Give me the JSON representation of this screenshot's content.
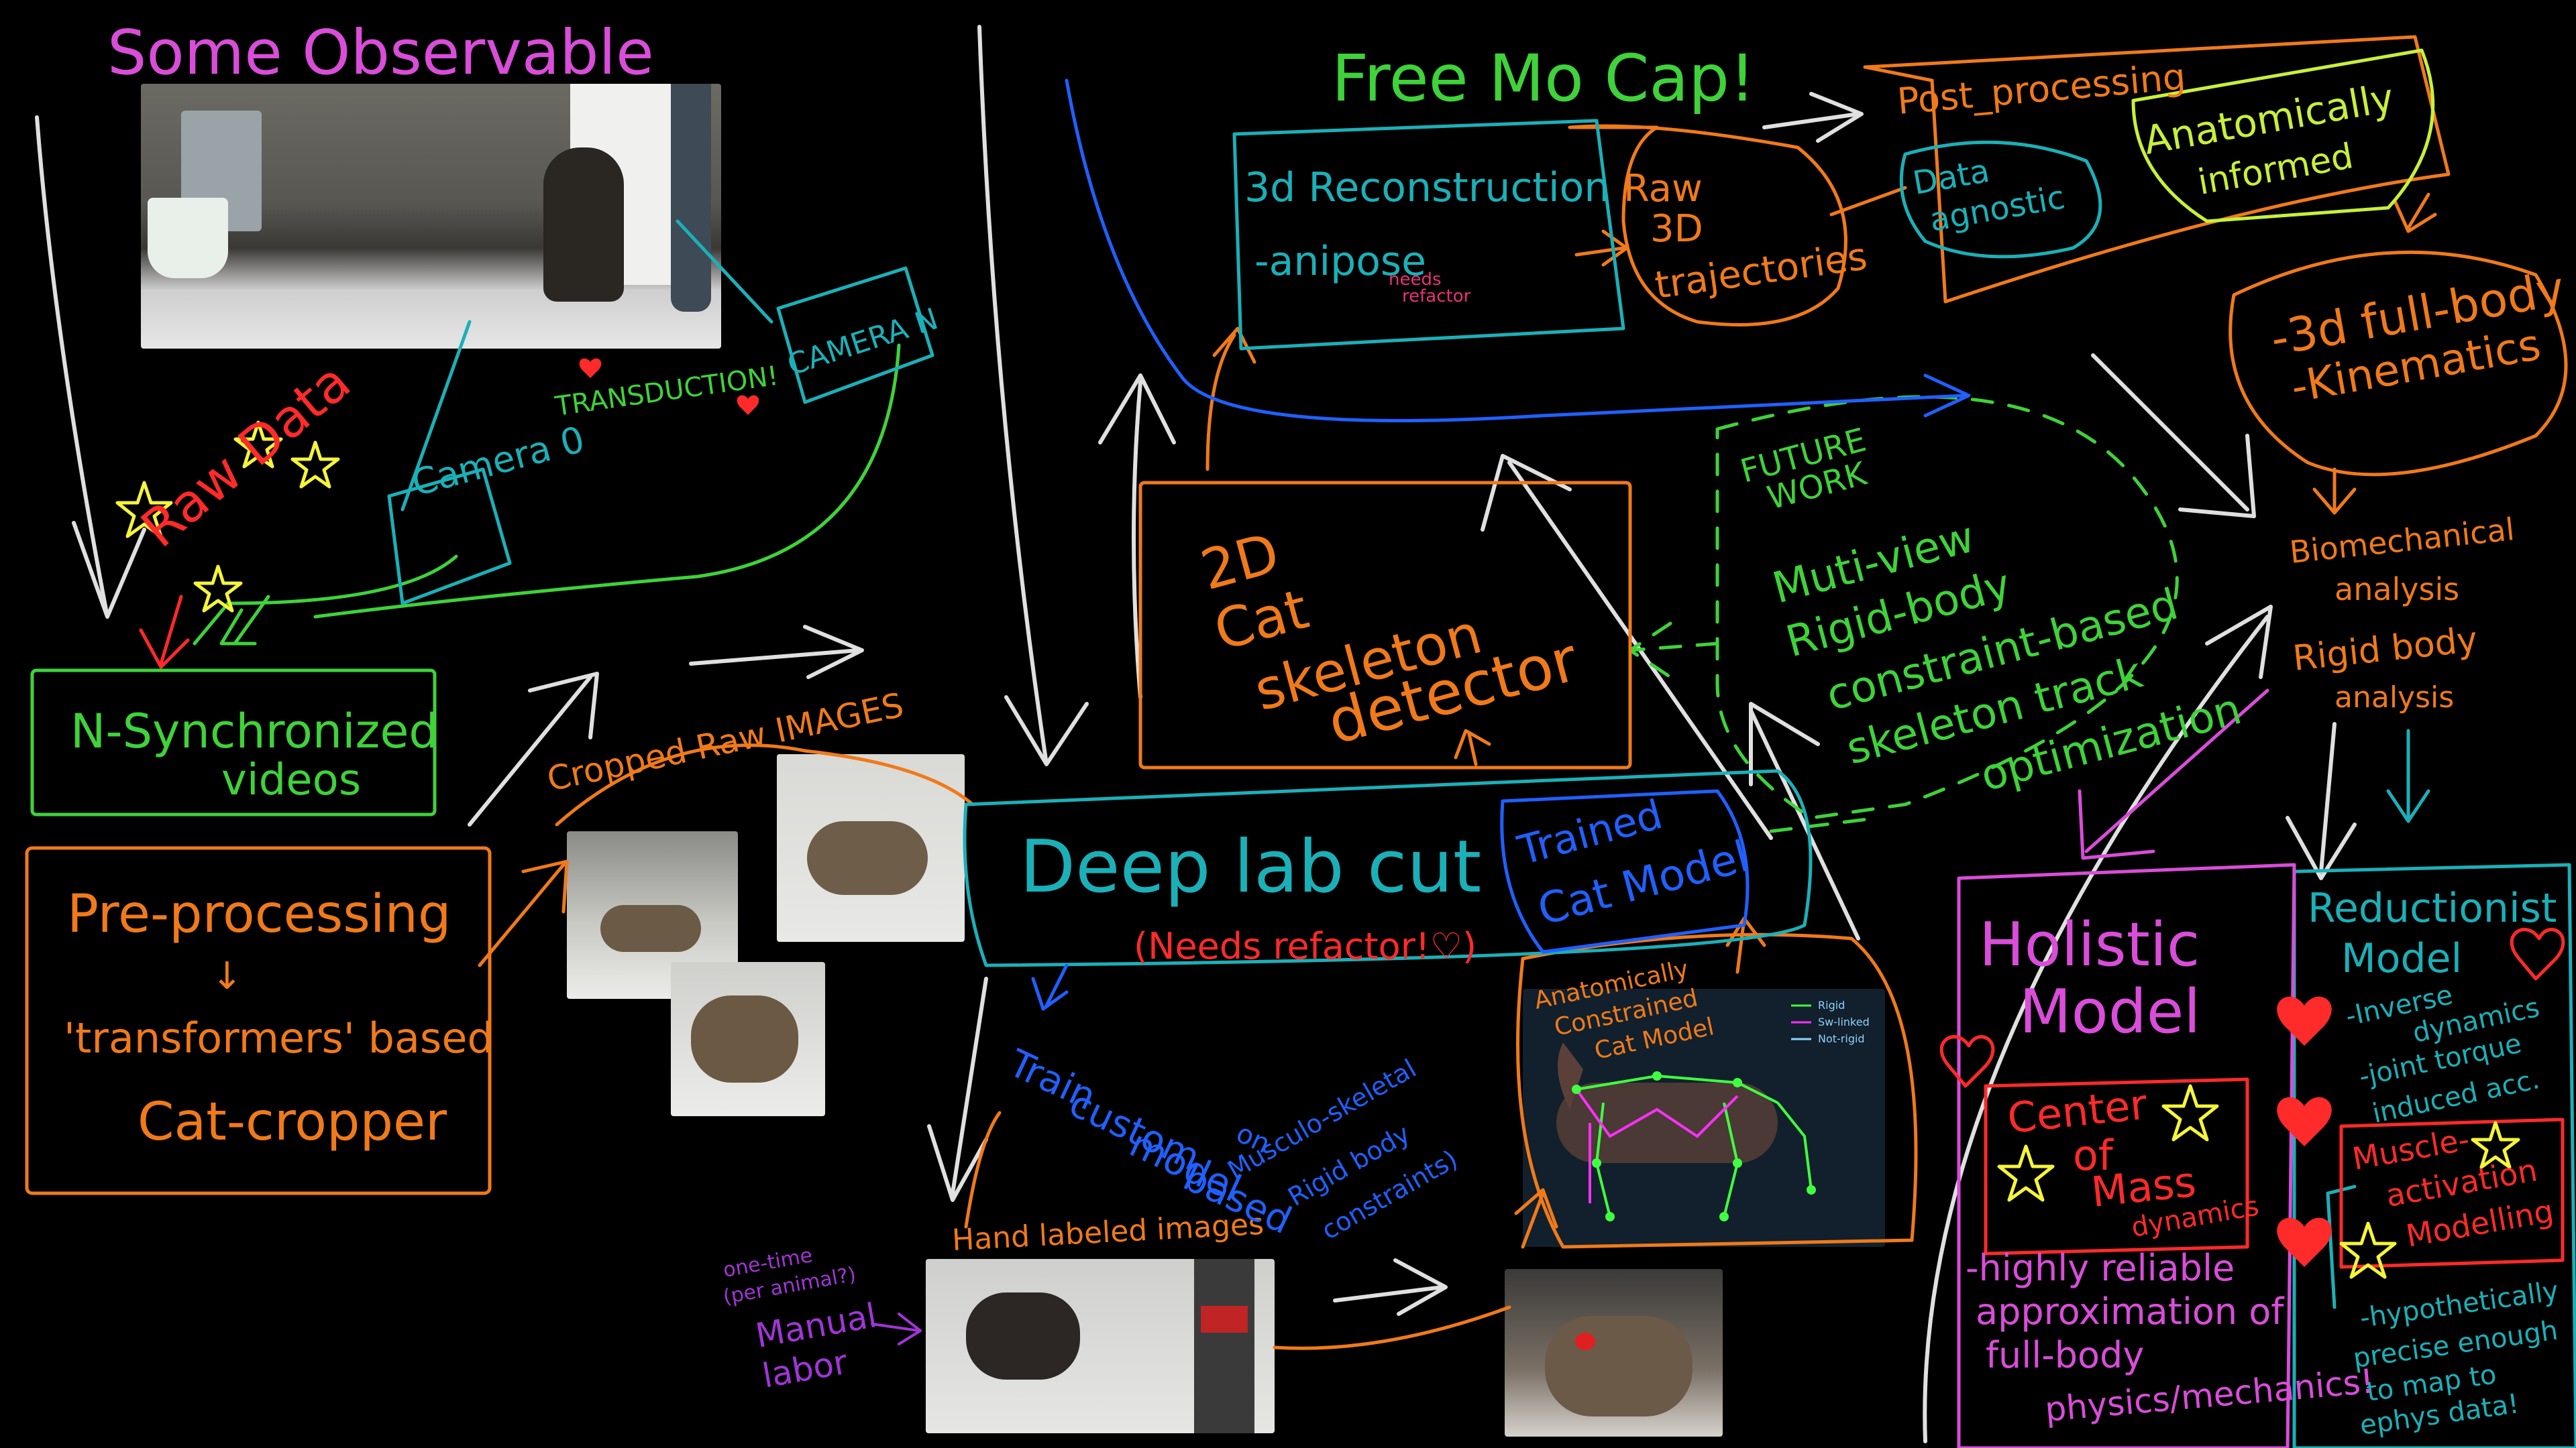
{
  "colors": {
    "background": "#000000",
    "magenta": "#d94dd9",
    "green": "#3fd23a",
    "orange": "#f07a1a",
    "teal": "#1bb0b8",
    "blue": "#2060ff",
    "red": "#ff2a2a",
    "yellow": "#f5f53a",
    "purple": "#a035d6",
    "white": "#e8e8e8",
    "lime": "#c8f03a"
  },
  "labels": {
    "some_observable": "Some Observable",
    "raw_data": "Raw Data",
    "transduction": "TRANSDUCTION!",
    "camera_n": "CAMERA N",
    "camera_0": "Camera 0",
    "n_synchronized_1": "N-Synchronized",
    "n_synchronized_2": "videos",
    "preprocessing_1": "Pre-processing",
    "preprocessing_2": "'transformers' based",
    "preprocessing_3": "Cat-cropper",
    "cropped_raw_images": "Cropped Raw IMAGES",
    "free_mocap": "Free Mo Cap!",
    "reconstruction_1": "3d Reconstruction",
    "reconstruction_2": "-anipose",
    "needs_refactor_small_1": "needs",
    "needs_refactor_small_2": "refactor",
    "raw3d_1": "Raw",
    "raw3d_2": "3D",
    "raw3d_3": "trajectories",
    "post_processing": "Post_processing",
    "data_agnostic_1": "Data",
    "data_agnostic_2": "agnostic",
    "anatomically_informed_1": "Anatomically",
    "anatomically_informed_2": "informed",
    "kinematics_1": "-3d full-body",
    "kinematics_2": "-Kinematics",
    "future_work_1": "FUTURE",
    "future_work_2": "WORK",
    "future_list_1": "Muti-view",
    "future_list_2": "Rigid-body",
    "future_list_3": "constraint-based",
    "future_list_4": "skeleton track",
    "future_list_5": "optimization",
    "skeleton_1": "2D",
    "skeleton_2": "Cat",
    "skeleton_3": "skeleton",
    "skeleton_4": "detector",
    "biomech_1": "Biomechanical",
    "biomech_2": "analysis",
    "rigid_analysis_1": "Rigid body",
    "rigid_analysis_2": "analysis",
    "deeplabcut": "Deep lab cut",
    "needs_refactor_big": "(Needs refactor!♡)",
    "trained_cat_model_1": "Trained",
    "trained_cat_model_2": "Cat Model",
    "train_custom_1": "Train",
    "train_custom_2": "custom",
    "train_custom_3": "model",
    "train_custom_4": "based",
    "train_custom_5": "on",
    "musculo_1": "Musculo-skeletal",
    "musculo_2": "Rigid body",
    "musculo_3": "constraints)",
    "anat_constrained_1": "Anatomically",
    "anat_constrained_2": "Constrained",
    "anat_constrained_3": "Cat Model",
    "legend_rigid": "Rigid",
    "legend_linked": "Sw-linked",
    "legend_not": "Not-rigid",
    "hand_labeled": "Hand labeled images",
    "one_time_1": "one-time",
    "one_time_2": "(per animal?)",
    "one_time_3": "Manual",
    "one_time_4": "labor",
    "holistic_1": "Holistic",
    "holistic_2": "Model",
    "com_1": "Center",
    "com_2": "of",
    "com_3": "Mass",
    "com_4": "dynamics",
    "holistic_desc_1": "-highly reliable",
    "holistic_desc_2": "approximation of",
    "holistic_desc_3": "full-body",
    "holistic_desc_4": "physics/mechanics!",
    "reductionist_1": "Reductionist",
    "reductionist_2": "Model",
    "inv_dyn_1": "-Inverse",
    "inv_dyn_2": "dynamics",
    "inv_dyn_3": "-joint torque",
    "inv_dyn_4": "induced acc.",
    "muscle_1": "Muscle-",
    "muscle_2": "activation",
    "muscle_3": "Modelling",
    "reductionist_desc_1": "-hypothetically",
    "reductionist_desc_2": "precise enough",
    "reductionist_desc_3": "to map to",
    "reductionist_desc_4": "ephys data!"
  }
}
